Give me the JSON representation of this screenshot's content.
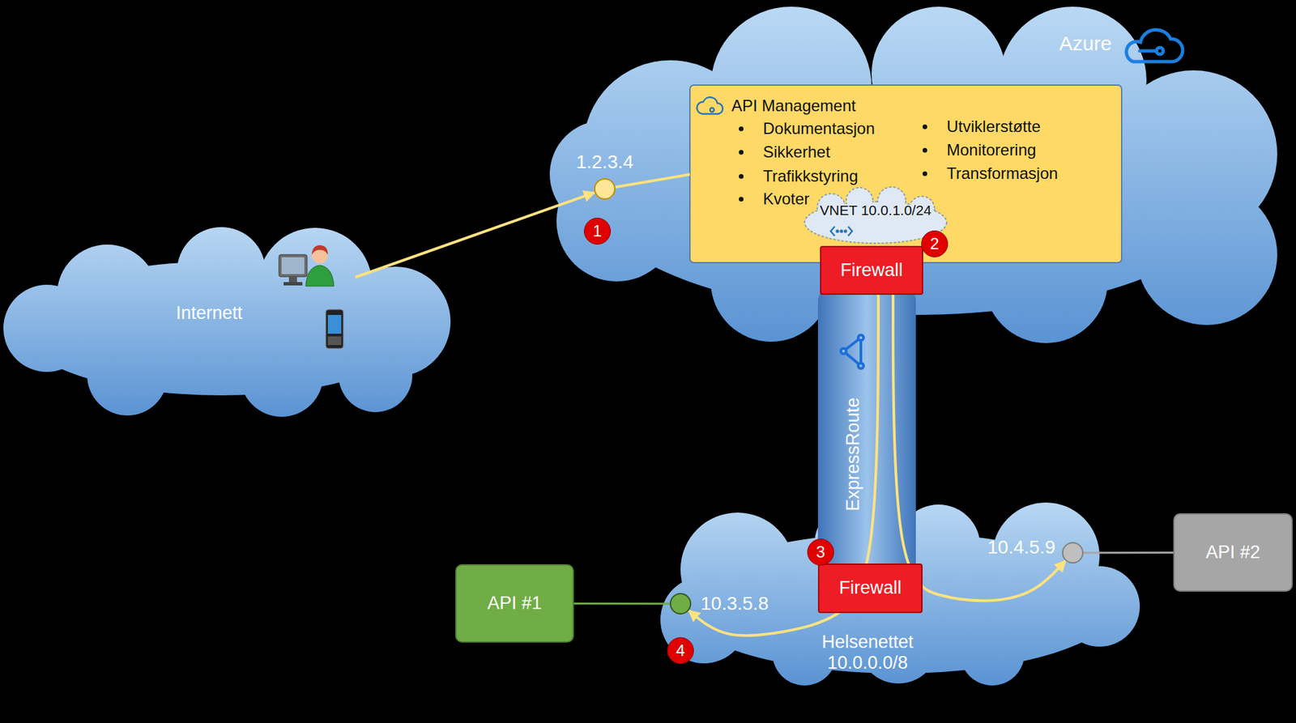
{
  "diagram": {
    "nodes": [
      {
        "text": [
          "Internett"
        ]
      },
      {
        "text": [
          "Azure"
        ]
      },
      {
        "text": [
          "1.2.3.4"
        ],
        "in": 1
      },
      {
        "text": [
          "API Management",
          "Dokumentasjon",
          "Sikkerhet",
          "Trafikkstyring",
          "Kvoter",
          "Utviklerstøtte",
          "Monitorering",
          "Transformasjon"
        ],
        "in": 1
      },
      {
        "text": [
          "VNET 10.0.1.0/24"
        ],
        "in": 3
      },
      {
        "text": [
          "Firewall"
        ],
        "in": 1
      },
      {
        "text": [
          "ExpressRoute"
        ]
      },
      {
        "text": [
          "Helsenettet 10.0.0.0/8"
        ]
      },
      {
        "text": [
          "Firewall"
        ],
        "in": 7
      },
      {
        "text": [
          "10.3.5.8"
        ],
        "in": 7
      },
      {
        "text": [
          "10.4.5.9"
        ],
        "in": 7
      },
      {
        "text": [
          "API #1"
        ]
      },
      {
        "text": [
          "API #2"
        ]
      }
    ],
    "edges": [
      {
        "from": 0,
        "to": 2,
        "arrow": "to"
      },
      {
        "from": 2,
        "to": 3,
        "arrow": "none"
      },
      {
        "from": 4,
        "to": 9,
        "arrow": "to"
      },
      {
        "from": 4,
        "to": 10,
        "arrow": "to"
      },
      {
        "from": 11,
        "to": 9,
        "arrow": "none"
      },
      {
        "from": 10,
        "to": 12,
        "arrow": "none"
      }
    ],
    "labels": [
      "1",
      "2",
      "3",
      "4"
    ]
  }
}
